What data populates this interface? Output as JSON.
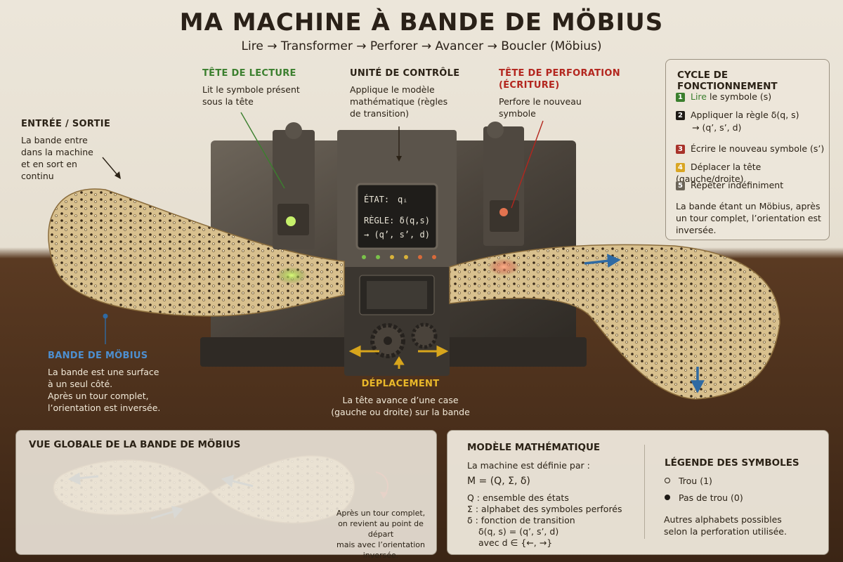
{
  "header": {
    "title": "MA MACHINE À BANDE DE MÖBIUS",
    "subtitle": "Lire → Transformer → Perforer → Avancer → Boucler (Möbius)"
  },
  "colors": {
    "read": "#3b7f2e",
    "write": "#b3261e",
    "mobius": "#2f6aa3",
    "move": "#d7a51c",
    "step3": "#a8322a",
    "step4": "#d9a624",
    "step5": "#6b6458"
  },
  "callouts": {
    "read_head": {
      "title": "TÊTE DE LECTURE",
      "text": "Lit le symbole présent\nsous la tête"
    },
    "control": {
      "title": "UNITÉ DE CONTRÔLE",
      "text": "Applique le modèle\nmathématique (règles\nde transition)"
    },
    "write_head": {
      "title": "TÊTE DE PERFORATION\n(ÉCRITURE)",
      "text": "Perfore le nouveau\nsymbole"
    },
    "io": {
      "title": "ENTRÉE / SORTIE",
      "text": "La bande entre\ndans la machine\net en sort en\ncontinu"
    },
    "mobius": {
      "title": "BANDE DE MÖBIUS",
      "text": "La bande est une surface\nà un seul côté.\nAprès un tour complet,\nl’orientation est inversée."
    },
    "move": {
      "title": "DÉPLACEMENT",
      "text": "La tête avance d’une case\n(gauche ou droite) sur la bande"
    }
  },
  "screen": {
    "state_label": "ÉTAT:",
    "state_value": "qᵢ",
    "rule_line1": "RÈGLE: δ(q,s)",
    "rule_line2": "→ (q’, s’, d)"
  },
  "cycle": {
    "title": "CYCLE DE FONCTIONNEMENT",
    "steps": [
      {
        "num": "1",
        "keyword": "Lire",
        "text": " le symbole (s)"
      },
      {
        "num": "2",
        "text": "Appliquer la règle δ(q, s)",
        "text2": "→ (q’, s’, d)"
      },
      {
        "num": "3",
        "text": "Écrire le nouveau symbole (s’)"
      },
      {
        "num": "4",
        "text": "Déplacer la tête (gauche/droite)"
      },
      {
        "num": "5",
        "text": "Répéter indéfiniment"
      }
    ],
    "note": "La bande étant un Möbius, après un tour complet, l’orientation est inversée."
  },
  "global_view": {
    "title": "VUE GLOBALE DE LA BANDE DE MÖBIUS",
    "note": "Après un tour complet,\non revient au point de départ\nmais avec l’orientation inversée."
  },
  "model": {
    "title": "MODÈLE MATHÉMATIQUE",
    "intro": "La machine est définie par :",
    "tuple": "M = (Q, Σ, δ)",
    "defs": [
      "Q : ensemble des états",
      "Σ : alphabet des symboles perforés",
      "δ : fonction de transition"
    ],
    "transition": "δ(q, s) = (q’, s’, d)",
    "direction": "avec d ∈ {←, →}"
  },
  "legend": {
    "title": "LÉGENDE DES SYMBOLES",
    "items": [
      {
        "symbol": "hollow",
        "label": "Trou (1)"
      },
      {
        "symbol": "filled",
        "label": "Pas de trou (0)"
      }
    ],
    "note": "Autres alphabets possibles selon la perforation utilisée."
  }
}
